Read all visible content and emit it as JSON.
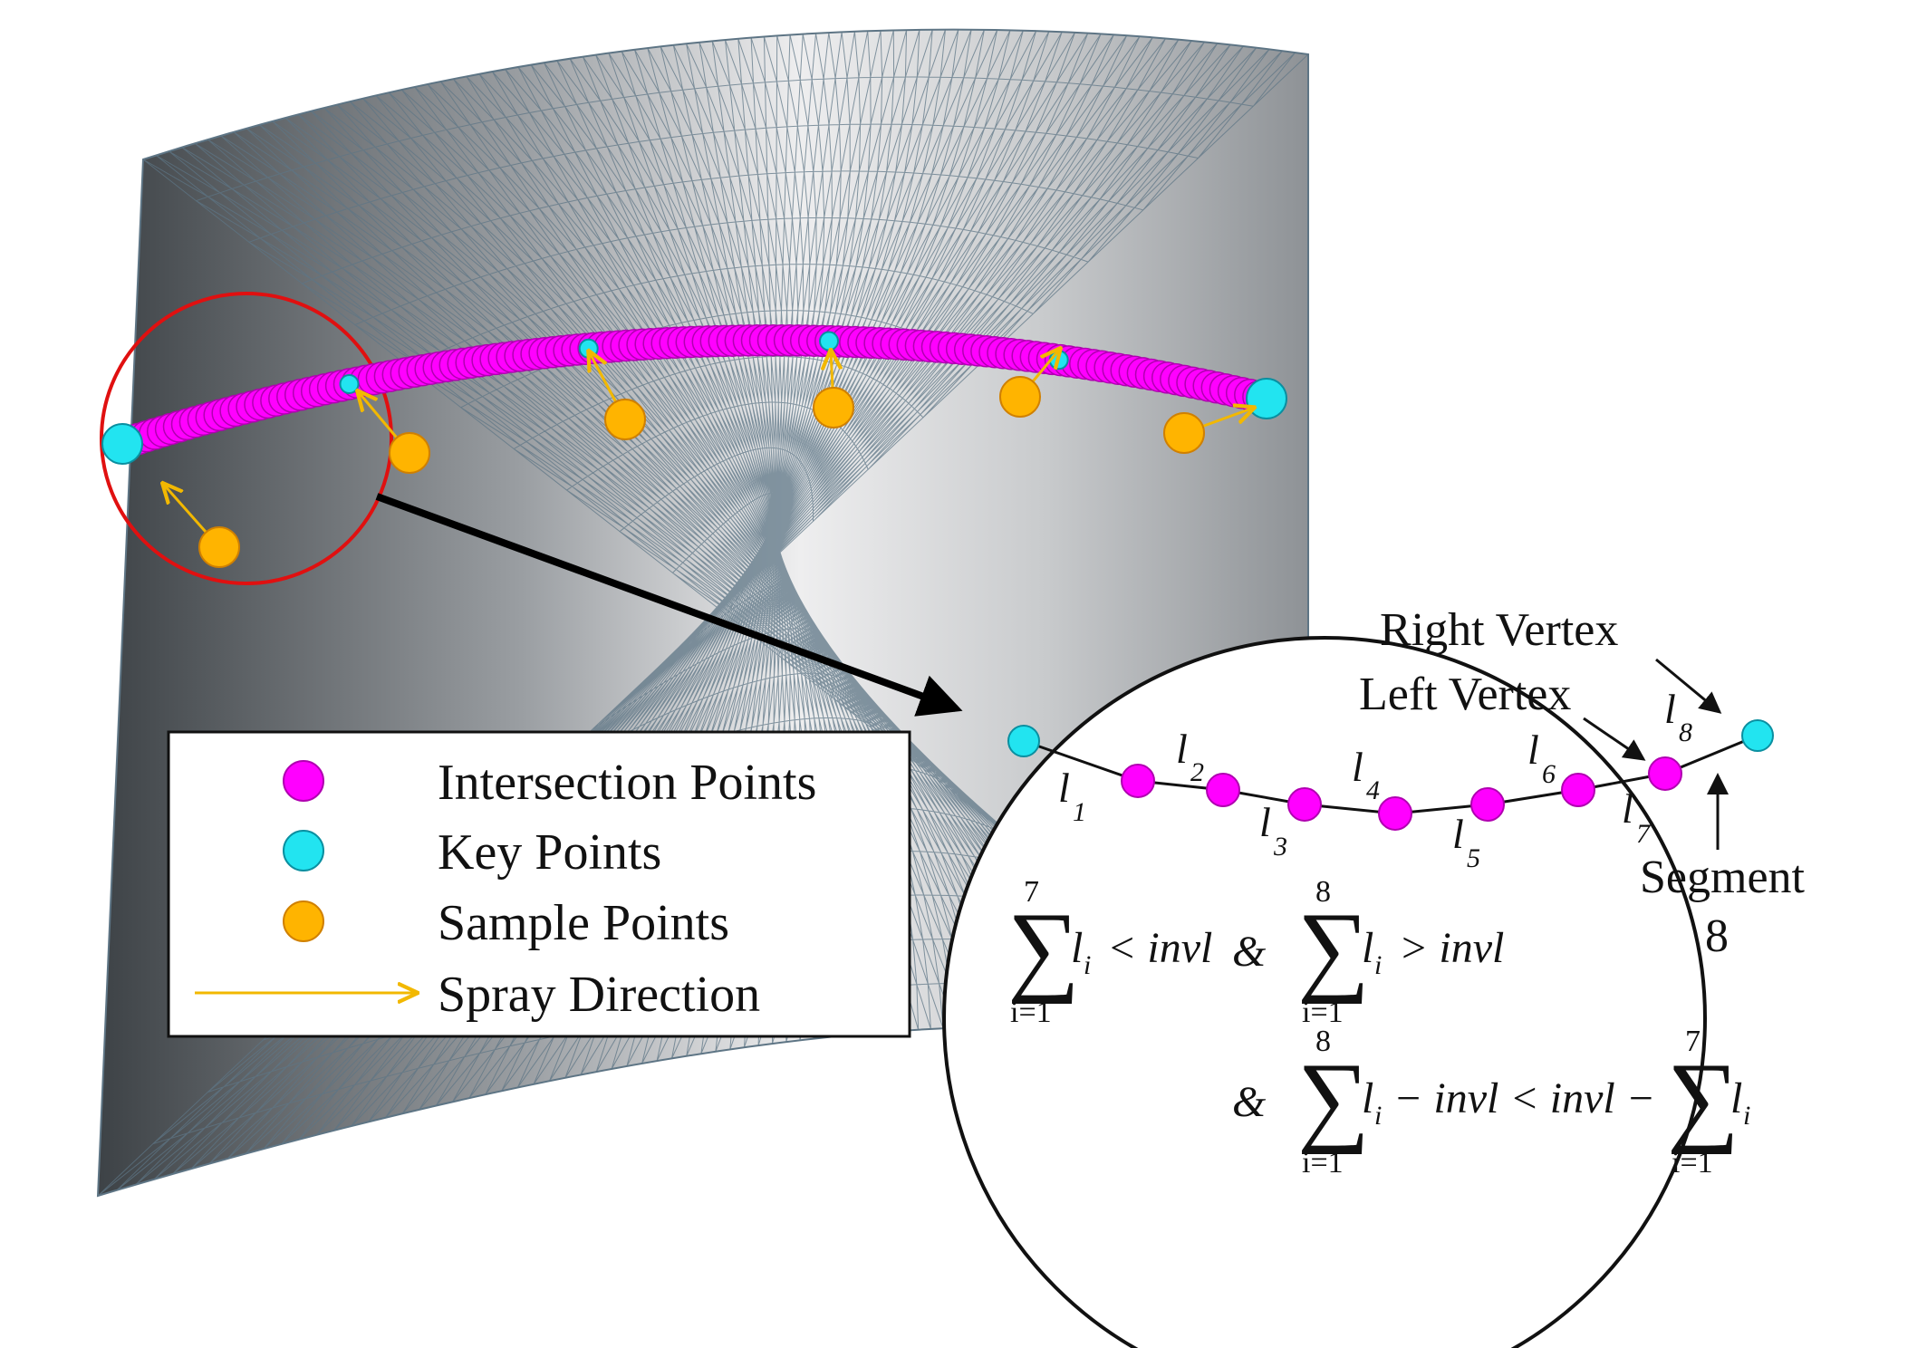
{
  "legend": {
    "items": [
      {
        "label": "Intersection Points",
        "color": "#ff00ff",
        "stroke": "#b000b0",
        "kind": "dot"
      },
      {
        "label": "Key Points",
        "color": "#22e4f0",
        "stroke": "#0a8fa0",
        "kind": "dot"
      },
      {
        "label": "Sample Points",
        "color": "#ffb400",
        "stroke": "#d08000",
        "kind": "dot"
      },
      {
        "label": "Spray Direction",
        "color": "#f2b800",
        "kind": "arrow"
      }
    ]
  },
  "zoom": {
    "labels": {
      "right_vertex": "Right Vertex",
      "left_vertex": "Left Vertex",
      "segment": "Segment",
      "segment_number": "8"
    },
    "segments": [
      {
        "l": "l",
        "i": "1"
      },
      {
        "l": "l",
        "i": "2"
      },
      {
        "l": "l",
        "i": "3"
      },
      {
        "l": "l",
        "i": "4"
      },
      {
        "l": "l",
        "i": "5"
      },
      {
        "l": "l",
        "i": "6"
      },
      {
        "l": "l",
        "i": "7"
      },
      {
        "l": "l",
        "i": "8"
      }
    ],
    "equations": {
      "sum_symbol": "∑",
      "i_eq_1": "i=1",
      "upper_7": "7",
      "upper_8": "8",
      "term": "l",
      "term_sub": "i",
      "lt_invl": "< invl",
      "gt_invl": "> invl",
      "ampersand": "&",
      "minus_invl_lt_invl_minus": "− invl < invl −"
    }
  },
  "colors": {
    "intersection": "#ff00ff",
    "key": "#22e4f0",
    "sample": "#ffb400",
    "spray": "#f2b800",
    "highlight_circle": "#e01010",
    "mesh_line": "#5e7585"
  }
}
